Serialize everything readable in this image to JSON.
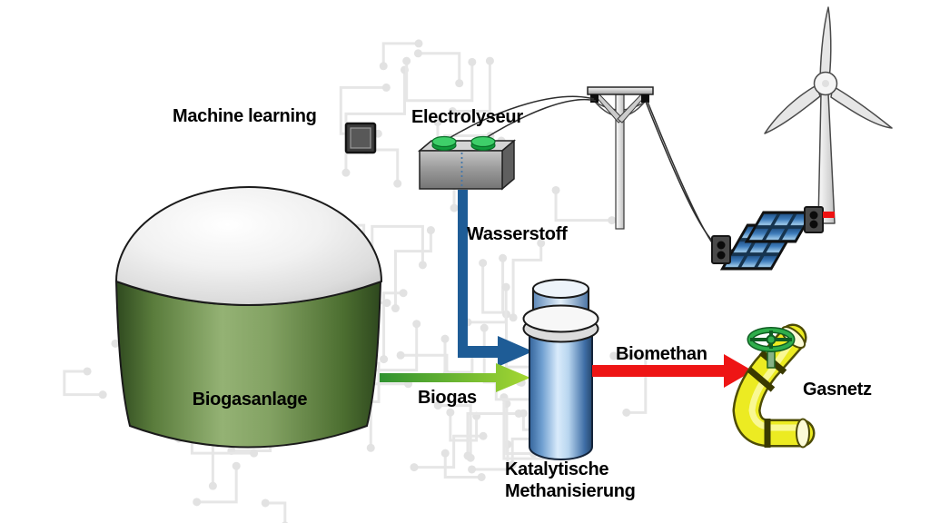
{
  "diagram": {
    "labels": {
      "machine_learning": "Machine learning",
      "electrolyser": "Electrolyseur",
      "hydrogen": "Wasserstoff",
      "biogas_plant": "Biogasanlage",
      "biogas": "Biogas",
      "biomethane": "Biomethan",
      "methanation_line1": "Katalytische",
      "methanation_line2": "Methanisierung",
      "gas_grid": "Gasnetz"
    },
    "nodes": [
      {
        "id": "biogas-plant",
        "label": "Biogasanlage"
      },
      {
        "id": "machine-learning",
        "label": "Machine learning"
      },
      {
        "id": "electrolyser",
        "label": "Electrolyseur"
      },
      {
        "id": "methanation-reactor",
        "label": "Katalytische Methanisierung"
      },
      {
        "id": "gas-grid",
        "label": "Gasnetz"
      },
      {
        "id": "power-pole",
        "label": ""
      },
      {
        "id": "wind-turbine",
        "label": ""
      },
      {
        "id": "solar-panel",
        "label": ""
      }
    ],
    "flows": [
      {
        "id": "hydrogen",
        "label": "Wasserstoff",
        "from": "electrolyser",
        "to": "methanation-reactor",
        "color": "#1e5c96"
      },
      {
        "id": "biogas",
        "label": "Biogas",
        "from": "biogas-plant",
        "to": "methanation-reactor",
        "color": "#47a63c"
      },
      {
        "id": "biomethane",
        "label": "Biomethan",
        "from": "methanation-reactor",
        "to": "gas-grid",
        "color": "#ee1515"
      }
    ],
    "icons": [
      "chip-icon",
      "electrolyser-icon",
      "power-pole-icon",
      "wind-turbine-icon",
      "solar-panel-icon",
      "biogas-dome-icon",
      "methanation-reactor-icon",
      "gas-pipe-icon",
      "valve-icon",
      "circuit-board-pattern"
    ],
    "colors": {
      "hydrogen_flow": "#1e5c96",
      "biogas_flow_start": "#2f9230",
      "biogas_flow_end": "#a6d832",
      "biomethane_flow": "#ee1515",
      "plant_green": "#5a7c3c",
      "reactor_blue": "#3e7cba",
      "pipe_yellow": "#eceb22",
      "valve_green": "#2fae4b",
      "circuit_trace": "#e6e6e6"
    }
  }
}
